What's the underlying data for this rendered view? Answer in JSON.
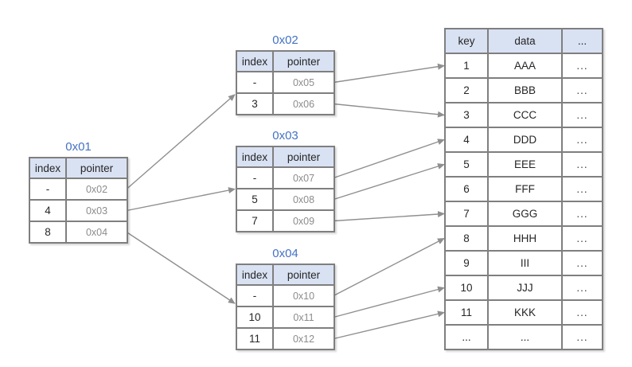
{
  "colors": {
    "title_blue": "#4472C4",
    "header_fill": "#D9E2F3",
    "border_gray": "#7F7F7F",
    "pointer_gray": "#8C8C8C",
    "arrow_gray": "#8F8F8F",
    "cell_text": "#262626"
  },
  "nodes": [
    {
      "id": "0x01",
      "title": "0x01",
      "headers": [
        "index",
        "pointer"
      ],
      "rows": [
        [
          "-",
          "0x02"
        ],
        [
          "4",
          "0x03"
        ],
        [
          "8",
          "0x04"
        ]
      ]
    },
    {
      "id": "0x02",
      "title": "0x02",
      "headers": [
        "index",
        "pointer"
      ],
      "rows": [
        [
          "-",
          "0x05"
        ],
        [
          "3",
          "0x06"
        ]
      ]
    },
    {
      "id": "0x03",
      "title": "0x03",
      "headers": [
        "index",
        "pointer"
      ],
      "rows": [
        [
          "-",
          "0x07"
        ],
        [
          "5",
          "0x08"
        ],
        [
          "7",
          "0x09"
        ]
      ]
    },
    {
      "id": "0x04",
      "title": "0x04",
      "headers": [
        "index",
        "pointer"
      ],
      "rows": [
        [
          "-",
          "0x10"
        ],
        [
          "10",
          "0x11"
        ],
        [
          "11",
          "0x12"
        ]
      ]
    }
  ],
  "data_table": {
    "headers": [
      "key",
      "data",
      "..."
    ],
    "rows": [
      [
        "1",
        "AAA",
        "..."
      ],
      [
        "2",
        "BBB",
        "..."
      ],
      [
        "3",
        "CCC",
        "..."
      ],
      [
        "4",
        "DDD",
        "..."
      ],
      [
        "5",
        "EEE",
        "..."
      ],
      [
        "6",
        "FFF",
        "..."
      ],
      [
        "7",
        "GGG",
        "..."
      ],
      [
        "8",
        "HHH",
        "..."
      ],
      [
        "9",
        "III",
        "..."
      ],
      [
        "10",
        "JJJ",
        "..."
      ],
      [
        "11",
        "KKK",
        "..."
      ],
      [
        "...",
        "...",
        "..."
      ]
    ]
  },
  "links": [
    {
      "from": "0x01:0",
      "to": "node:0x02"
    },
    {
      "from": "0x01:1",
      "to": "node:0x03"
    },
    {
      "from": "0x01:2",
      "to": "node:0x04"
    },
    {
      "from": "0x02:0",
      "to": "row:1"
    },
    {
      "from": "0x02:1",
      "to": "row:3"
    },
    {
      "from": "0x03:0",
      "to": "row:4"
    },
    {
      "from": "0x03:1",
      "to": "row:5"
    },
    {
      "from": "0x03:2",
      "to": "row:7"
    },
    {
      "from": "0x04:0",
      "to": "row:8"
    },
    {
      "from": "0x04:1",
      "to": "row:10"
    },
    {
      "from": "0x04:2",
      "to": "row:11"
    }
  ]
}
